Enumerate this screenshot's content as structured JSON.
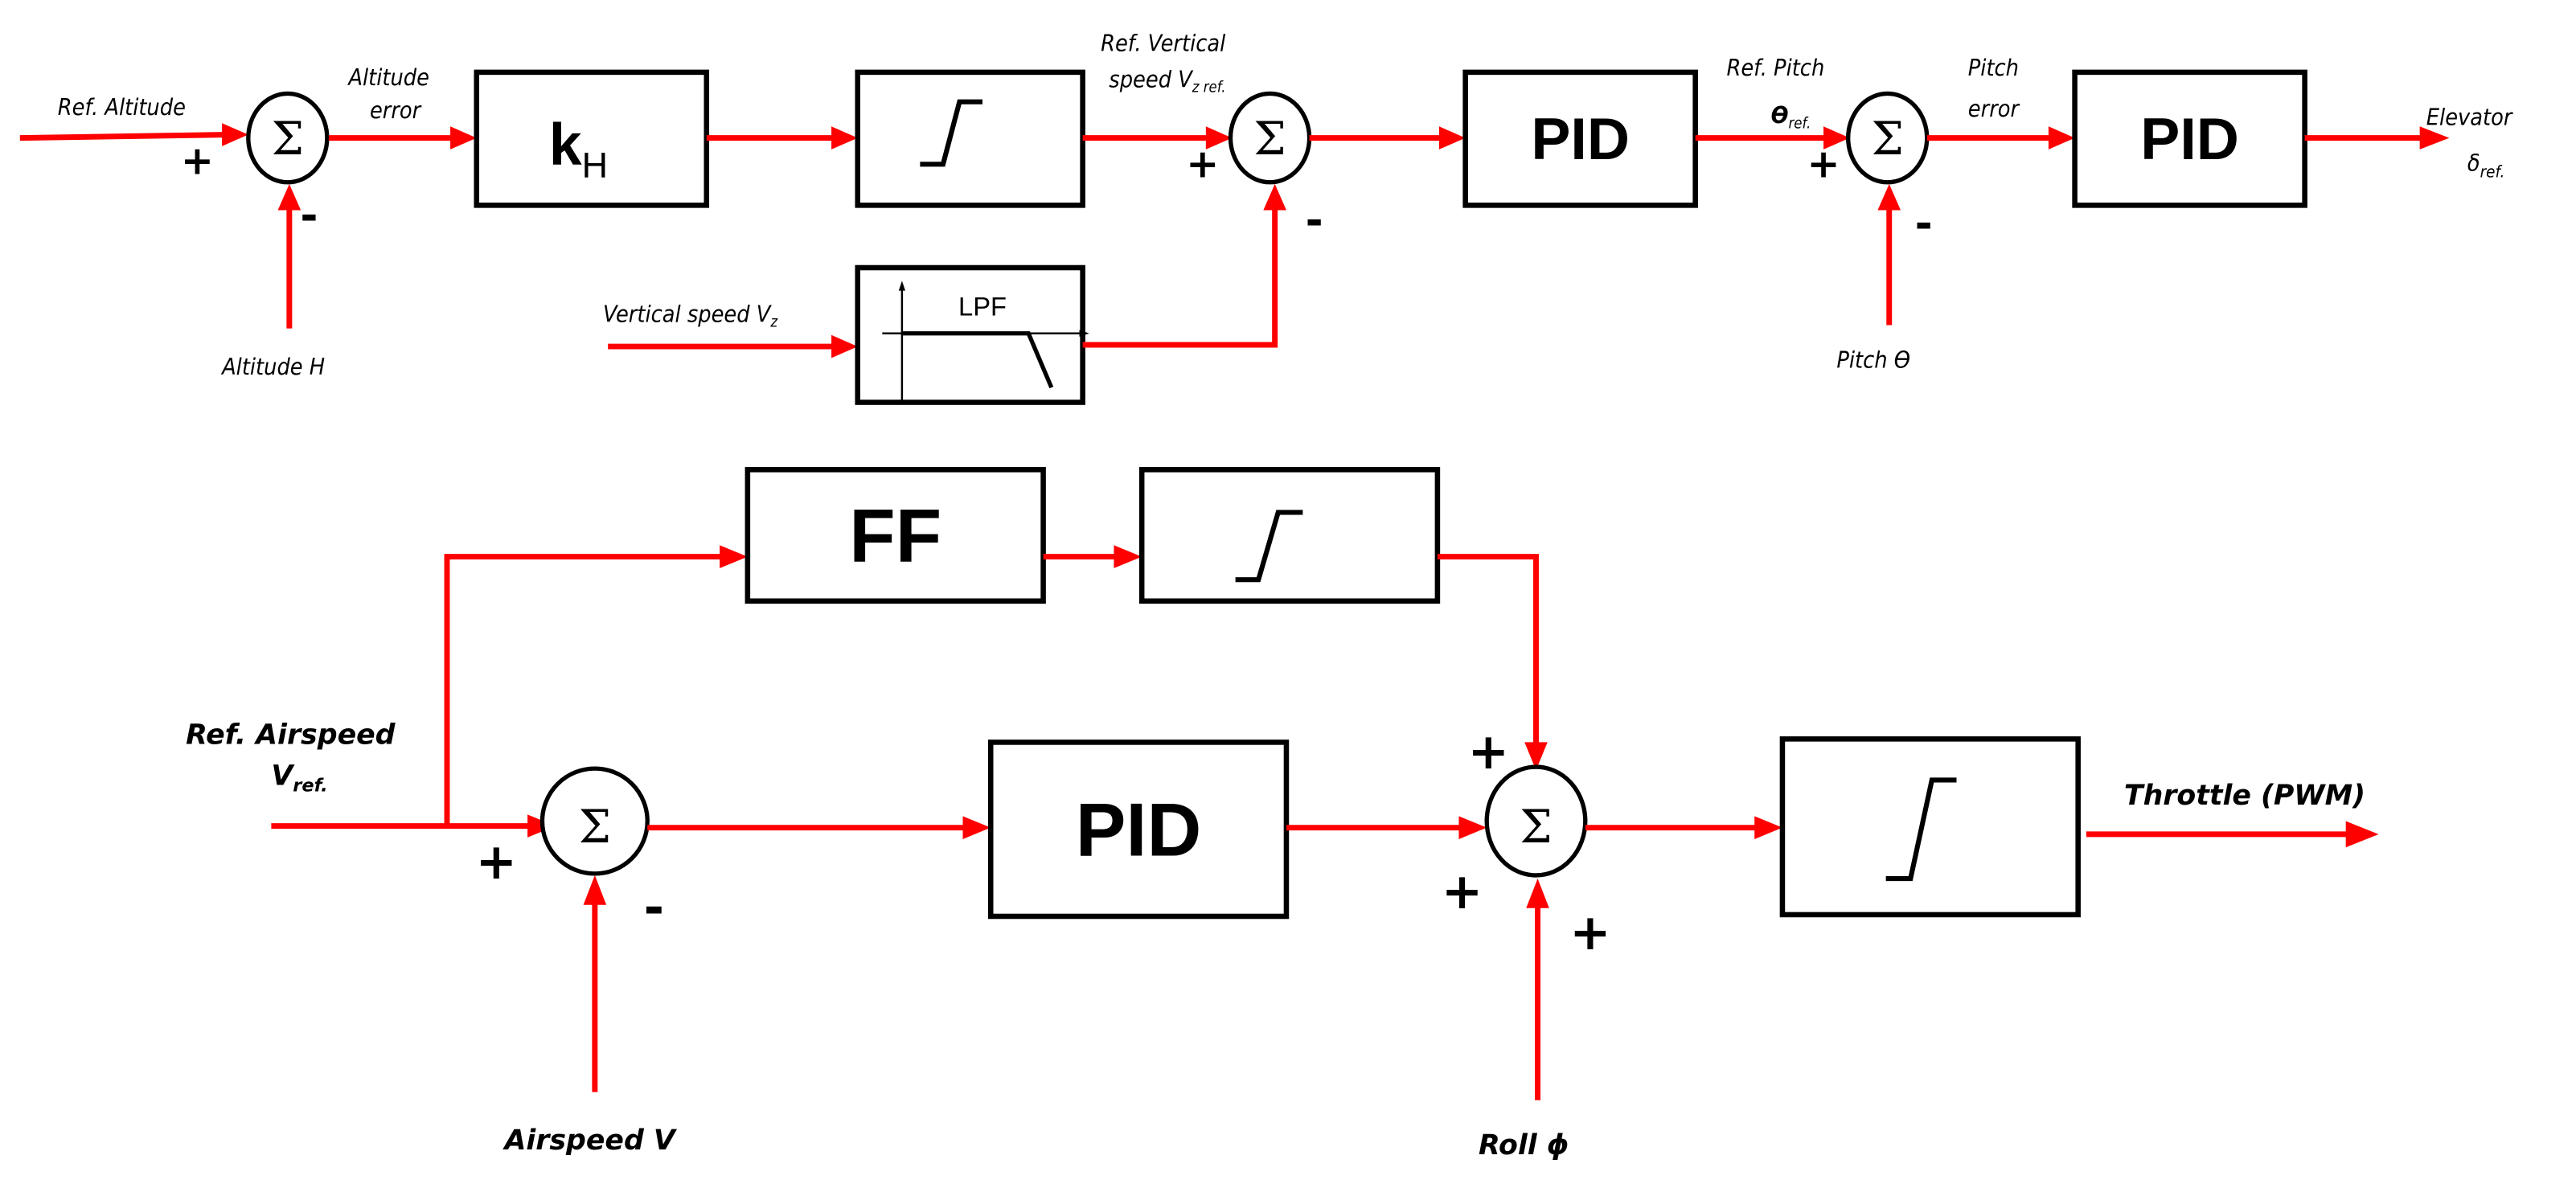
{
  "title": "Altitude / pitch and airspeed / throttle control loops",
  "colors": {
    "signal": "#ff0000",
    "block": "#000000",
    "background": "#ffffff"
  },
  "altitude_loop": {
    "inputs": {
      "ref_altitude": "Ref. Altitude",
      "altitude": "Altitude H",
      "vertical_speed": "Vertical speed V",
      "vertical_speed_sub": "z",
      "pitch": "Pitch ϴ"
    },
    "signals": {
      "altitude_error_1": "Altitude",
      "altitude_error_2": "error",
      "ref_vs_1": "Ref. Vertical",
      "ref_vs_2": "speed V",
      "ref_vs_sub": "z ref.",
      "ref_pitch_1": "Ref. Pitch",
      "ref_pitch_2": "ϴ",
      "ref_pitch_sub": "ref.",
      "pitch_error_1": "Pitch",
      "pitch_error_2": "error"
    },
    "blocks": {
      "gain": "k",
      "gain_sub": "H",
      "saturation": "saturation",
      "lpf": "LPF",
      "pid_outer": "PID",
      "pid_inner": "PID"
    },
    "output": {
      "line1": "Elevator",
      "line2": "δ",
      "line2_sub": "ref."
    },
    "signs": {
      "sum1_a": "+",
      "sum1_b": "-",
      "sum2_a": "+",
      "sum2_b": "-",
      "sum3_a": "+",
      "sum3_b": "-"
    }
  },
  "airspeed_loop": {
    "inputs": {
      "ref_airspeed_1": "Ref. Airspeed",
      "ref_airspeed_2": "V",
      "ref_airspeed_sub": "ref.",
      "airspeed": "Airspeed V",
      "roll": "Roll ϕ"
    },
    "blocks": {
      "feedforward": "FF",
      "saturation_ff": "saturation",
      "pid": "PID",
      "saturation_out": "saturation"
    },
    "output": {
      "label": "Throttle (PWM)"
    },
    "signs": {
      "sum4_a": "+",
      "sum4_b": "-",
      "sum5_top": "+",
      "sum5_left": "+",
      "sum5_bottom": "+"
    }
  },
  "sum_symbol": "Σ"
}
